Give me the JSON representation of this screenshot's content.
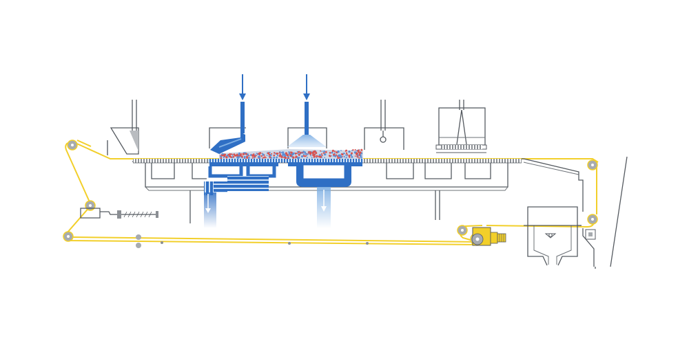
{
  "colors": {
    "background": "#ffffff",
    "belt": "#f2cf2a",
    "line": "#555a60",
    "accent_blue": "#2f6fc4",
    "accent_blue_light": "#7fb0e4",
    "deck": "#8b8f94",
    "roller": "#a7abaf",
    "dots_red": "#d9534f",
    "dots_blue": "#5b8fd6"
  },
  "icons": {
    "inlet_arrow": "arrow-down-icon",
    "outlet_arrow": "arrow-down-icon"
  },
  "components": {
    "filter_belt": {
      "shape": "closed-loop",
      "color": "belt"
    },
    "stations": [
      "feed-chute",
      "slurry-feed-box",
      "wash-spray",
      "cake-press",
      "vacuum-hood",
      "discharge-hopper"
    ],
    "vacuum_boxes": {
      "count": 9
    },
    "rollers": {
      "count": 9
    },
    "inlets": {
      "count": 2
    },
    "filtrate_outlets": {
      "count": 2
    }
  }
}
